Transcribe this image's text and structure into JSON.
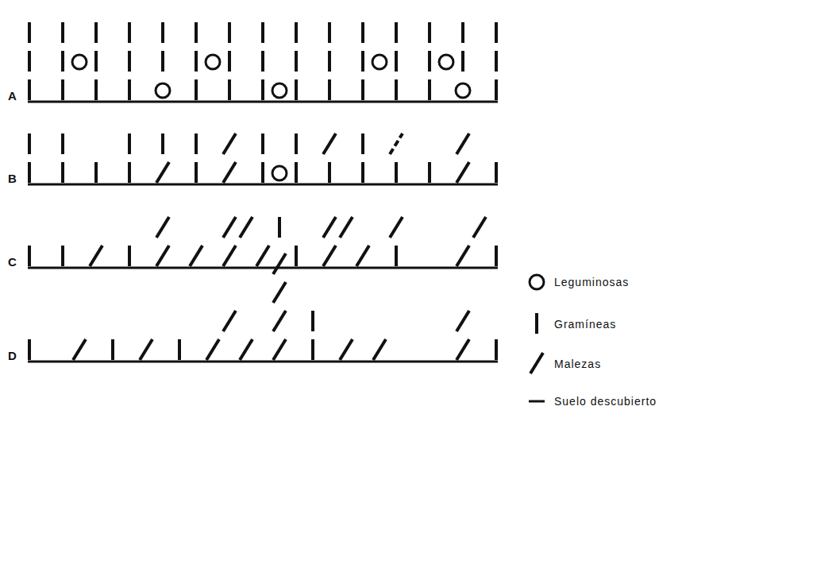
{
  "diagram": {
    "labels": [
      "A",
      "B",
      "C",
      "D"
    ],
    "legend": [
      {
        "text": "Leguminosas"
      },
      {
        "text": "Gramíneas"
      },
      {
        "text": "Malezas"
      },
      {
        "text": "Suelo descubierto"
      }
    ]
  }
}
